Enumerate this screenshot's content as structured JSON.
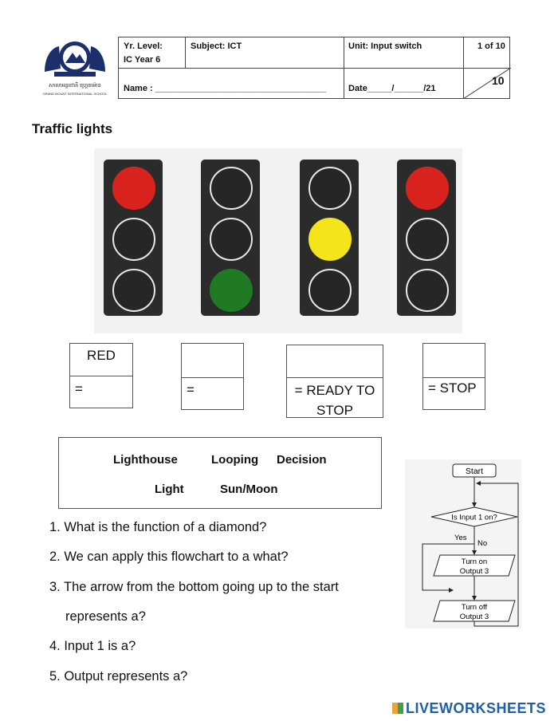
{
  "header": {
    "level_label": "Yr. Level:",
    "level_value": "IC Year 6",
    "subject": "Subject: ICT",
    "unit": "Unit: Input switch",
    "page": "1 of 10",
    "name_label": "Name : ___________________________________",
    "date_label": "Date_____/______/21",
    "score": "10",
    "school_name_khmer": "សាលាអន្តរជាតិ ហ្គ្រេនម៉ោន",
    "school_name": "GRAND MOUNT INTERNATIONAL SCHOOL"
  },
  "title": "Traffic lights",
  "lights": [
    {
      "name": "light-red",
      "lamps": [
        "#d8221e",
        "off",
        "off"
      ]
    },
    {
      "name": "light-green",
      "lamps": [
        "off",
        "off",
        "#1f7a23"
      ]
    },
    {
      "name": "light-yellow",
      "lamps": [
        "off",
        "#f3e51a",
        "off"
      ]
    },
    {
      "name": "light-red-2",
      "lamps": [
        "#d8221e",
        "off",
        "off"
      ]
    }
  ],
  "answer_boxes": [
    {
      "top": "RED",
      "bottom": "="
    },
    {
      "top": "",
      "bottom": "="
    },
    {
      "top": "",
      "bottom": "= READY TO STOP"
    },
    {
      "top": "",
      "bottom": "= STOP"
    }
  ],
  "word_bank": [
    "Lighthouse",
    "Looping",
    "Decision",
    "Light",
    "Sun/Moon"
  ],
  "questions": [
    "1. What is the function of a diamond?",
    "2. We can apply this flowchart to a what?",
    "3. The arrow from the bottom going up to the start",
    "represents a?",
    "4. Input 1 is a?",
    "5. Output represents a?"
  ],
  "flowchart": {
    "start": "Start",
    "decision": "Is Input 1 on?",
    "yes": "Yes",
    "no": "No",
    "action1_line1": "Turn on",
    "action1_line2": "Output 3",
    "action2_line1": "Turn off",
    "action2_line2": "Output 3"
  },
  "brand": "LIVEWORKSHEETS"
}
